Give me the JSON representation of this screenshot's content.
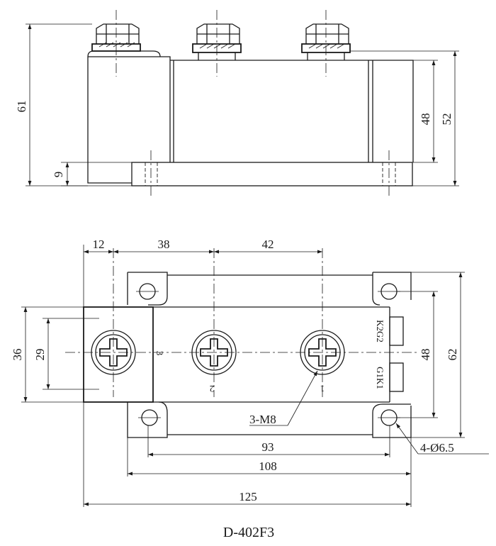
{
  "side_view": {
    "dims": {
      "total_height": "61",
      "base_height": "9",
      "body_height": "48",
      "full_height": "52"
    }
  },
  "top_view": {
    "dims": {
      "edge_to_terminal3": "12",
      "terminal3_to_terminal2": "38",
      "terminal2_to_terminal1": "42",
      "left_tab_height": "36",
      "terminal_pad_height": "29",
      "hole_spacing_vertical": "48",
      "overall_width": "62",
      "hole_spacing_horizontal": "93",
      "base_length_inner": "108",
      "overall_length": "125"
    },
    "terminal_labels": {
      "t3": "3",
      "t2": "2",
      "t1": "1"
    },
    "gate_labels": {
      "upper": "K2G2",
      "lower": "G1K1"
    },
    "callouts": {
      "terminals": "3-M8",
      "holes": "4-Ø6.5"
    }
  },
  "title": "D-402F3"
}
